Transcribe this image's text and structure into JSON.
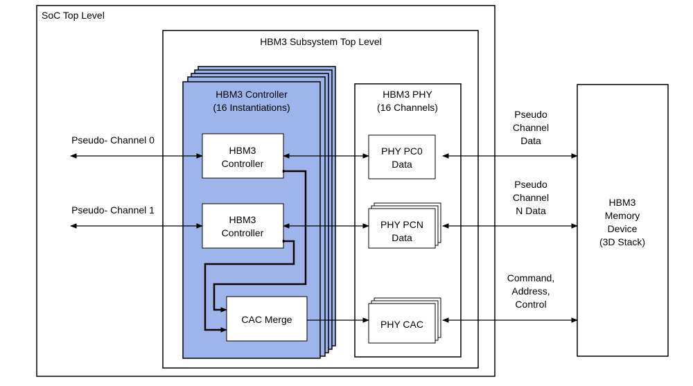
{
  "soc": {
    "title": "SoC Top Level"
  },
  "subsystem": {
    "title": "HBM3 Subsystem Top Level"
  },
  "controller_block": {
    "title_line1": "HBM3 Controller",
    "title_line2": "(16 Instantiations)"
  },
  "controller_0": {
    "line1": "HBM3",
    "line2": "Controller"
  },
  "controller_1": {
    "line1": "HBM3",
    "line2": "Controller"
  },
  "cac_merge": {
    "label": "CAC Merge"
  },
  "phy_block": {
    "title_line1": "HBM3 PHY",
    "title_line2": "(16 Channels)"
  },
  "phy_pc0": {
    "line1": "PHY PC0",
    "line2": "Data"
  },
  "phy_pcn": {
    "line1": "PHY PCN",
    "line2": "Data"
  },
  "phy_cac": {
    "label": "PHY CAC"
  },
  "memory": {
    "line1": "HBM3",
    "line2": "Memory",
    "line3": "Device",
    "line4": "(3D Stack)"
  },
  "signals": {
    "pc0": "Pseudo- Channel 0",
    "pc1": "Pseudo- Channel 1",
    "pseudo_data": [
      "Pseudo",
      "Channel",
      "Data"
    ],
    "pseudo_n_data": [
      "Pseudo",
      "Channel",
      "N Data"
    ],
    "cmd_addr_ctrl": [
      "Command,",
      "Address,",
      "Control"
    ]
  },
  "colors": {
    "controller_fill": "#9db5ea",
    "stroke": "#000000",
    "box_fill": "#ffffff"
  }
}
